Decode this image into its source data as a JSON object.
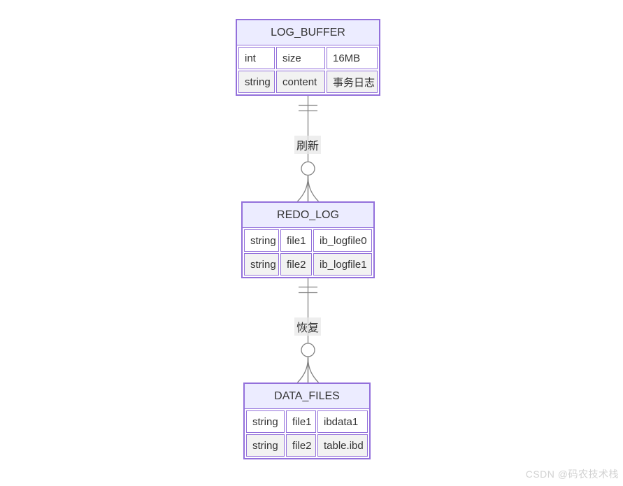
{
  "diagram": {
    "type": "er-diagram",
    "entities": [
      {
        "name": "LOG_BUFFER",
        "rows": [
          {
            "type": "int",
            "attr": "size",
            "comment": "16MB"
          },
          {
            "type": "string",
            "attr": "content",
            "comment": "事务日志"
          }
        ]
      },
      {
        "name": "REDO_LOG",
        "rows": [
          {
            "type": "string",
            "attr": "file1",
            "comment": "ib_logfile0"
          },
          {
            "type": "string",
            "attr": "file2",
            "comment": "ib_logfile1"
          }
        ]
      },
      {
        "name": "DATA_FILES",
        "rows": [
          {
            "type": "string",
            "attr": "file1",
            "comment": "ibdata1"
          },
          {
            "type": "string",
            "attr": "file2",
            "comment": "table.ibd"
          }
        ]
      }
    ],
    "relationships": [
      {
        "from": "LOG_BUFFER",
        "to": "REDO_LOG",
        "label": "刷新",
        "from_cardinality": "exactly-one",
        "to_cardinality": "zero-or-many"
      },
      {
        "from": "REDO_LOG",
        "to": "DATA_FILES",
        "label": "恢复",
        "from_cardinality": "exactly-one",
        "to_cardinality": "zero-or-many"
      }
    ]
  },
  "colors": {
    "entity_border": "#9370DB",
    "header_fill": "#ECECFF",
    "row_odd_fill": "#ffffff",
    "row_even_fill": "#f2f2f2",
    "line": "#838383",
    "text": "#333333",
    "label_background": "rgba(232,232,232,0.75)",
    "watermark": "#d2d2d2"
  },
  "watermark": {
    "text": "CSDN @码农技术栈"
  }
}
